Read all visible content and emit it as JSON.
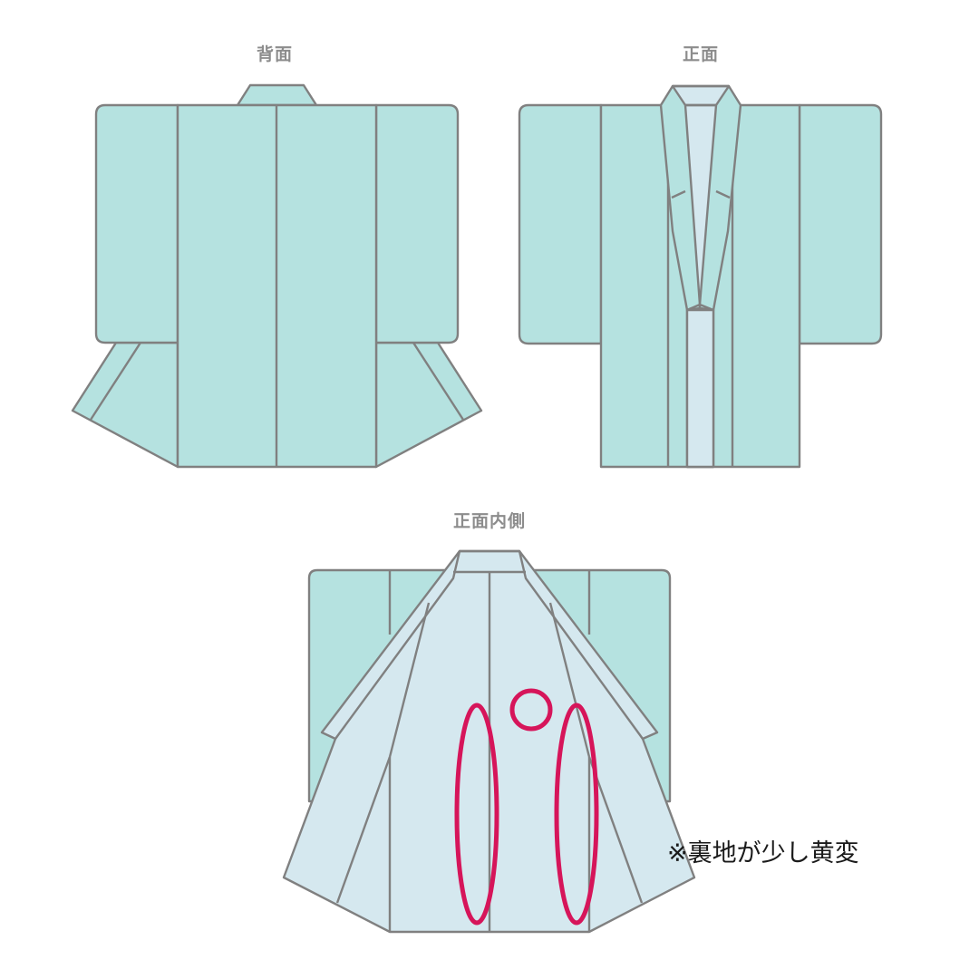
{
  "views": {
    "back": {
      "title": "背面"
    },
    "front": {
      "title": "正面"
    },
    "inside_front": {
      "title": "正面内側"
    }
  },
  "annotation": {
    "note": "※裏地が少し黄変"
  },
  "colors": {
    "outer_fabric": "#b5e2e0",
    "lining_fabric": "#d5e8ef",
    "outline": "#808080",
    "highlight_mark": "#d6155a",
    "title_text": "#8c8c8c"
  },
  "marks": [
    {
      "shape": "ellipse",
      "view": "inside_front",
      "position": "left-center panel"
    },
    {
      "shape": "circle",
      "view": "inside_front",
      "position": "upper center"
    },
    {
      "shape": "ellipse",
      "view": "inside_front",
      "position": "right-center panel"
    }
  ]
}
